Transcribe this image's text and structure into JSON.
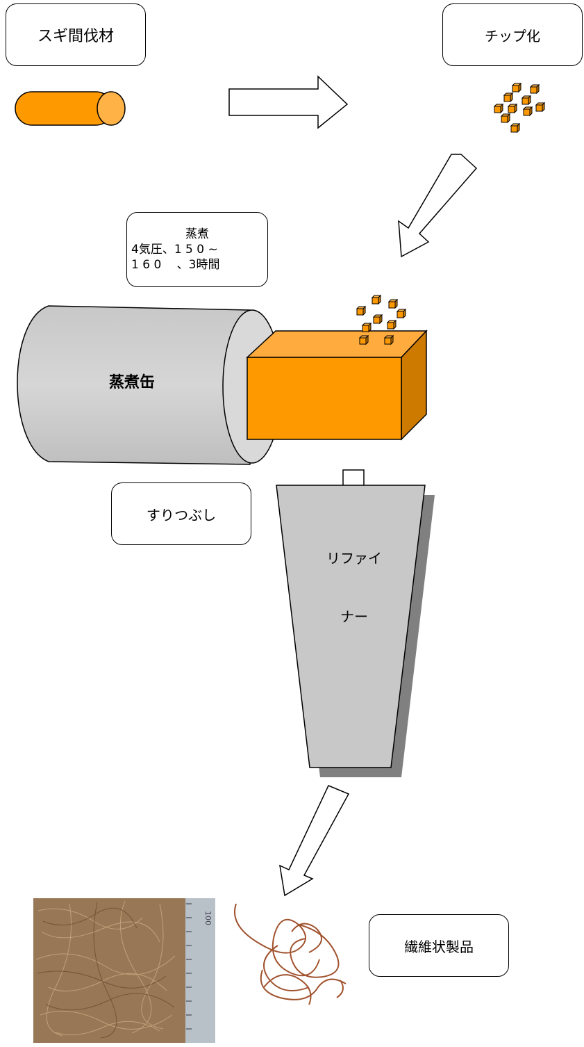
{
  "steps": {
    "sugi_label": "スギ間伐材",
    "chip_label": "チップ化",
    "steam": {
      "title": "蒸煮",
      "line1": "4気圧、1 5 0 ~",
      "line2": "1 6 0 　、3時間"
    },
    "crush_label": "すりつぶし",
    "fiber_label": "繊維状製品"
  },
  "equipment": {
    "kettle_label": "蒸煮缶",
    "refiner_line1": "リファイ",
    "refiner_line2": "ナー"
  },
  "photo": {
    "ruler_number": "100"
  },
  "colors": {
    "orange": "#ff9900",
    "orange_dark": "#cc7a00",
    "orange_light": "#ffb347",
    "gray_drum": "#cccccc",
    "gray_shadow": "#808080",
    "fiber_brown": "#a0522d"
  }
}
